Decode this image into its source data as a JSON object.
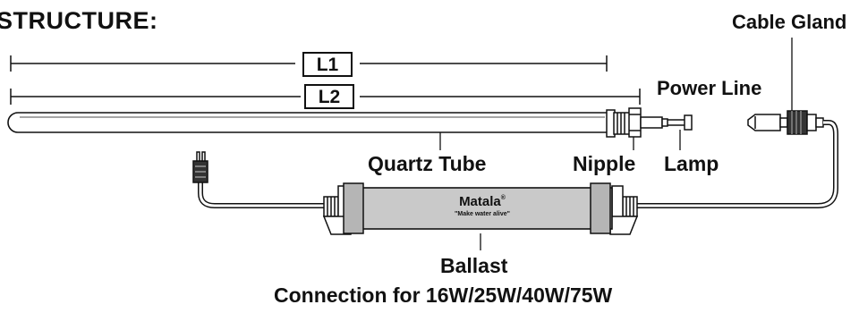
{
  "heading": "STRUCTURE:",
  "dimensions": {
    "l1": "L1",
    "l2": "L2"
  },
  "labels": {
    "cable_gland": "Cable Gland",
    "power_line": "Power Line",
    "quartz_tube": "Quartz Tube",
    "nipple": "Nipple",
    "lamp": "Lamp",
    "ballast": "Ballast"
  },
  "ballast_brand": {
    "name": "Matala",
    "mark": "®",
    "slogan": "\"Make water alive\""
  },
  "caption": "Connection for 16W/25W/40W/75W",
  "colors": {
    "line": "#111111",
    "ballast_body": "#c9c9c9",
    "background": "#ffffff"
  }
}
